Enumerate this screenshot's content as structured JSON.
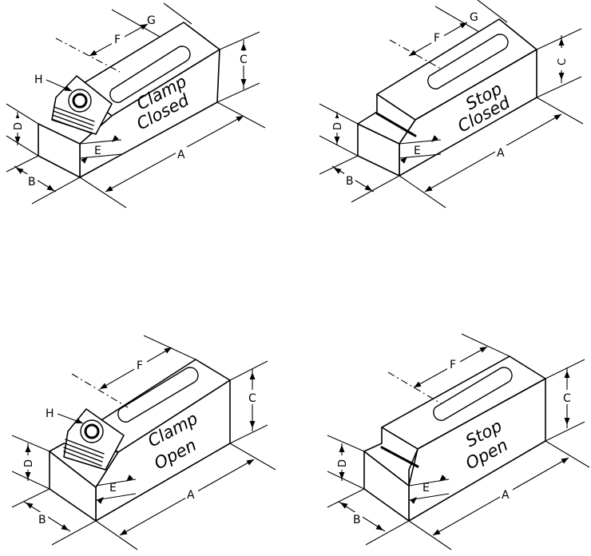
{
  "panels": [
    {
      "id": "clamp-closed",
      "title_line1": "Clamp",
      "title_line2": "Closed",
      "labels": {
        "A": "A",
        "B": "B",
        "C": "C",
        "D": "D",
        "E": "E",
        "F": "F",
        "G": "G",
        "H": "H"
      }
    },
    {
      "id": "stop-closed",
      "title_line1": "Stop",
      "title_line2": "Closed",
      "labels": {
        "A": "A",
        "B": "B",
        "C": "C",
        "D": "D",
        "E": "E",
        "F": "F",
        "G": "G"
      }
    },
    {
      "id": "clamp-open",
      "title_line1": "Clamp",
      "title_line2": "Open",
      "labels": {
        "A": "A",
        "B": "B",
        "C": "C",
        "D": "D",
        "E": "E",
        "F": "F",
        "H": "H"
      }
    },
    {
      "id": "stop-open",
      "title_line1": "Stop",
      "title_line2": "Open",
      "labels": {
        "A": "A",
        "B": "B",
        "C": "C",
        "D": "D",
        "E": "E",
        "F": "F"
      }
    }
  ]
}
